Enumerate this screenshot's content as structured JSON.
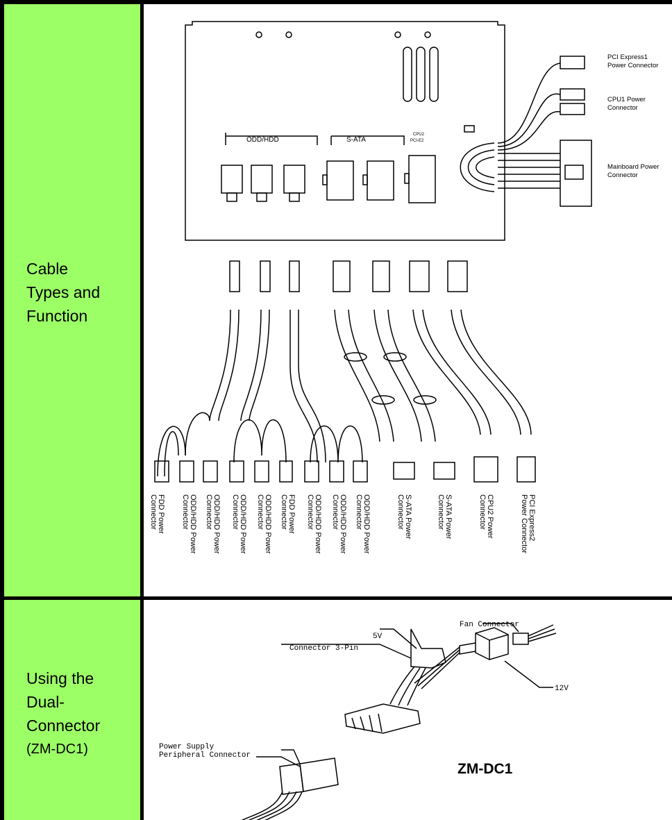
{
  "colors": {
    "label_fill": "#9CFF66",
    "border": "#000000"
  },
  "rows": [
    {
      "label_lines": [
        "Cable",
        "Types and",
        "Function"
      ],
      "psu": {
        "group_labels": {
          "odd_hdd": "ODD/HDD",
          "sata": "S-ATA",
          "cpu2_line1": "CPU2",
          "cpu2_line2": "PCI-E2"
        },
        "right_labels": [
          {
            "line1": "PCI Express1",
            "line2": "Power Connector"
          },
          {
            "line1": "CPU1 Power",
            "line2": "Connector"
          },
          {
            "line1": "Mainboard Power",
            "line2": "Connector"
          }
        ]
      },
      "cable_labels": [
        {
          "line1": "FDD Power",
          "line2": "Connector"
        },
        {
          "line1": "ODD/HDD Power",
          "line2": "Connector"
        },
        {
          "line1": "ODD/HDD Power",
          "line2": "Connector"
        },
        {
          "line1": "ODD/HDD Power",
          "line2": "Connector"
        },
        {
          "line1": "ODD/HDD Power",
          "line2": "Connector"
        },
        {
          "line1": "FDD Power",
          "line2": "Connector"
        },
        {
          "line1": "ODD/HDD Power",
          "line2": "Connector"
        },
        {
          "line1": "ODD/HDD Power",
          "line2": "Connector"
        },
        {
          "line1": "ODD/HDD Power",
          "line2": "Connector"
        },
        {
          "line1": "S-ATA Power",
          "line2": "Connector"
        },
        {
          "line1": "S-ATA Power",
          "line2": "Connector"
        },
        {
          "line1": "CPU2 Power",
          "line2": "Connector"
        },
        {
          "line1": "PCI Express2",
          "line2": "Power Connector"
        }
      ]
    },
    {
      "label_lines": [
        "Using the",
        "Dual-",
        "Connector",
        "(ZM-DC1)"
      ],
      "diagram": {
        "fan_connector": "Fan Connector",
        "five_v": "5V",
        "connector_3pin": "Connector 3-Pin",
        "twelve_v": "12V",
        "psu_peripheral_line1": "Power Supply",
        "psu_peripheral_line2": "Peripheral Connector",
        "model": "ZM-DC1"
      }
    }
  ]
}
